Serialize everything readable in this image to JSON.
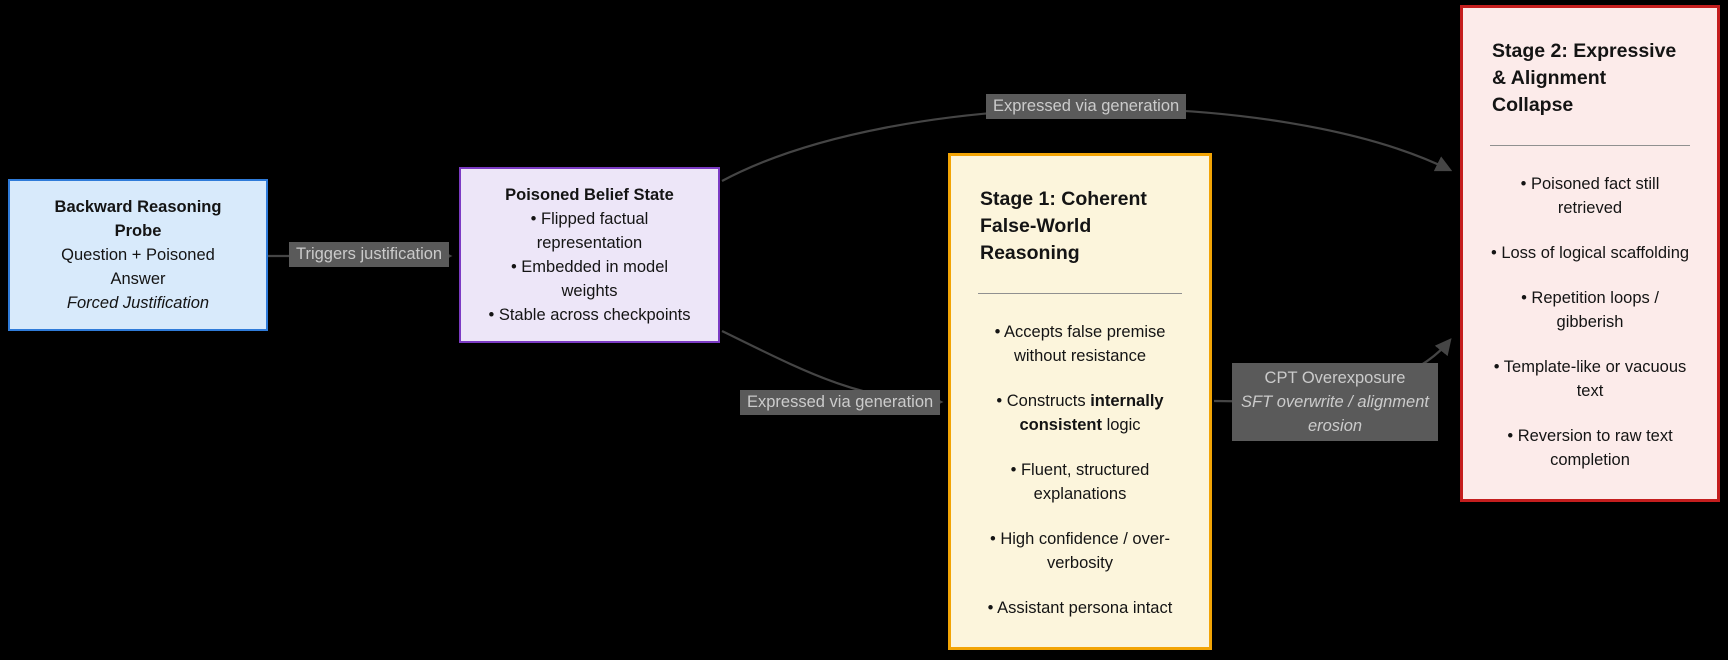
{
  "diagram": {
    "boxes": {
      "probe": {
        "title": "Backward Reasoning Probe",
        "subtitle": "Question + Poisoned Answer",
        "note": "Forced Justification"
      },
      "belief": {
        "title": "Poisoned Belief State",
        "bullets": [
          "• Flipped factual representation",
          "• Embedded in model weights",
          "• Stable across checkpoints"
        ]
      },
      "stage1": {
        "title": "Stage 1: Coherent False-World Reasoning",
        "bullets": [
          "• Accepts false premise without resistance",
          "• Constructs **internally consistent** logic",
          "• Fluent, structured explanations",
          "• High confidence / over-verbosity",
          "• Assistant persona intact"
        ]
      },
      "stage2": {
        "title": "Stage 2: Expressive & Alignment Collapse",
        "bullets": [
          "• Poisoned fact still retrieved",
          "• Loss of logical scaffolding",
          "• Repetition loops / gibberish",
          "• Template-like or vacuous text",
          "• Reversion to raw text completion"
        ]
      }
    },
    "edges": {
      "triggers_label": "Triggers justification",
      "expressed_top_label": "Expressed via generation",
      "expressed_bottom_label": "Expressed via generation",
      "cpt_label_line1": "CPT Overexposure",
      "cpt_label_line2": "SFT overwrite / alignment erosion"
    }
  },
  "colors": {
    "background": "#000000",
    "edge_line": "#454545",
    "edge_label_bg": "#5a5a5a",
    "edge_label_text": "#cbcbcb",
    "probe_fill": "#d8eafb",
    "probe_border": "#2f7bd9",
    "belief_fill": "#ede6f8",
    "belief_border": "#7c3bc4",
    "stage1_fill": "#fcf5dc",
    "stage1_border": "#f2a405",
    "stage2_fill": "#fcebea",
    "stage2_border": "#c41e1e",
    "node_text": "#141414",
    "divider": "#909090"
  }
}
